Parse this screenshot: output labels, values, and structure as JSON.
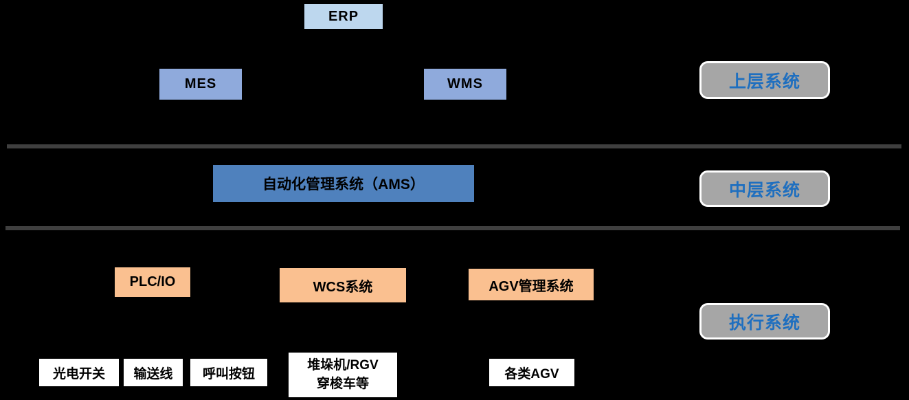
{
  "diagram": {
    "title": "warehouse-automation-system-architecture",
    "top_layer": {
      "erp": "ERP",
      "mes": "MES",
      "wms": "WMS",
      "label": "上层系统"
    },
    "middle_layer": {
      "ams": "自动化管理系统（AMS）",
      "label": "中层系统"
    },
    "execution_layer": {
      "plc": "PLC/IO",
      "wcs": "WCS系统",
      "agv_management": "AGV管理系统",
      "label": "执行系统"
    },
    "devices": {
      "photoelectric_switch": "光电开关",
      "conveyor_line": "输送线",
      "call_button": "呼叫按钮",
      "stacker_line1": "堆垛机/RGV",
      "stacker_line2": "穿梭车等",
      "agv_types": "各类AGV"
    },
    "colors": {
      "background": "#000000",
      "erp_bg": "#BDD7EE",
      "mes_wms_bg": "#8FAADC",
      "ams_bg": "#4F81BD",
      "execution_bg": "#FAC090",
      "device_bg": "#FFFFFF",
      "layer_label_bg": "#A6A6A6",
      "layer_label_text": "#1F6FBF",
      "divider": "#3F3F3F"
    }
  }
}
